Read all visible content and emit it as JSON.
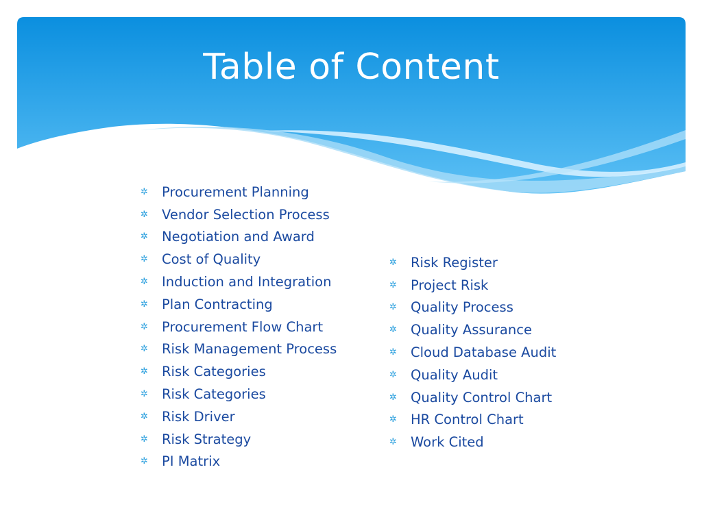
{
  "slide": {
    "title": "Table of Content",
    "bullet_icon": "asterisk-icon",
    "colors": {
      "banner_top": "#0b8fdf",
      "banner_bottom": "#5cc0f5",
      "text": "#1b4aa0",
      "bullet": "#2a9fde",
      "title": "#ffffff"
    }
  },
  "left_items": [
    "Procurement Planning",
    "Vendor Selection Process",
    "Negotiation and Award",
    "Cost of Quality",
    "Induction and Integration",
    "Plan Contracting",
    "Procurement Flow Chart",
    "Risk Management Process",
    "Risk Categories",
    "Risk Categories",
    "Risk Driver",
    "Risk Strategy",
    "PI Matrix"
  ],
  "right_items": [
    "Risk Register",
    "Project Risk",
    "Quality Process",
    "Quality Assurance",
    "Cloud Database Audit",
    "Quality Audit",
    "Quality Control Chart",
    "HR Control Chart",
    "Work Cited"
  ]
}
